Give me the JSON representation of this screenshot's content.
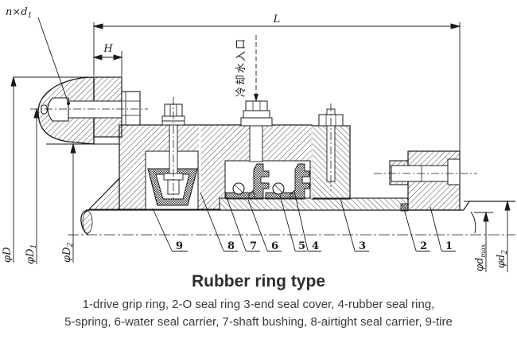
{
  "title": "Rubber ring type",
  "caption": {
    "line1": "1-drive grip ring, 2-O seal ring 3-end seal cover, 4-rubber seal ring,",
    "line2": "5-spring, 6-water seal carrier, 7-shaft bushing, 8-airtight seal carrier, 9-tire"
  },
  "drawing": {
    "dimensions": {
      "length": "L",
      "flange_offset": "H",
      "bolt_note_main": "n×d",
      "bolt_note_sub": "1",
      "outer_dia": "φD",
      "bolt_circle_main": "φD",
      "bolt_circle_sub": "1",
      "spigot_main": "φD",
      "spigot_sub": "2",
      "shaft_max_main": "φd",
      "shaft_max_sub": "max",
      "shaft_d2_main": "φd",
      "shaft_d2_sub": "2",
      "cooling_inlet": "冷却水入口"
    },
    "callouts": [
      "9",
      "8",
      "7",
      "6",
      "5",
      "4",
      "3",
      "2",
      "1"
    ]
  },
  "colors": {
    "line": "#1a1a1a",
    "background": "#ffffff",
    "title_text": "#2e2e2e",
    "caption_text": "#3a3a3a"
  }
}
